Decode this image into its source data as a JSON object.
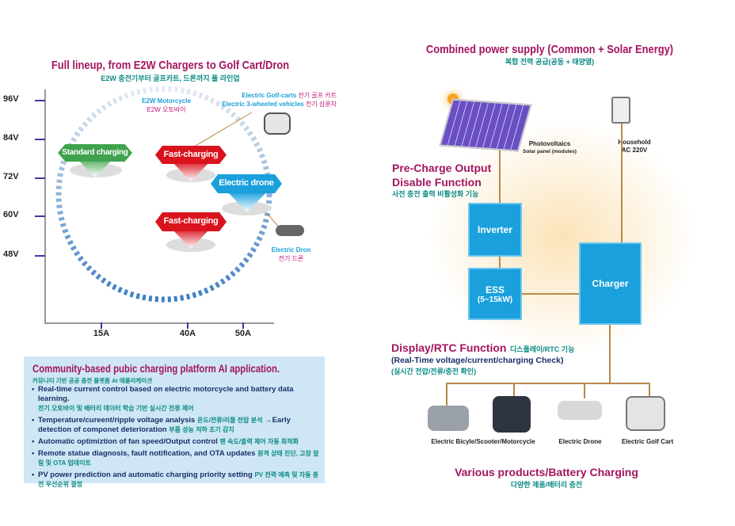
{
  "left": {
    "title": "Full lineup, from E2W Chargers to Golf Cart/Dron",
    "subtitle": "E2W 충전기부터 골프카트, 드론까지 풀 라인업",
    "y_ticks": [
      "96V",
      "84V",
      "72V",
      "60V",
      "48V"
    ],
    "x_ticks": [
      "15A",
      "40A",
      "50A"
    ],
    "badges": {
      "standard": "Standard charging",
      "fast1": "Fast-charging",
      "drone": "Electric drone",
      "fast2": "Fast-charging"
    },
    "labels": {
      "motorcycle_en": "E2W Motorcycle",
      "motorcycle_ko": "E2W 오토바이",
      "golf_en": "Electric Golf-carts",
      "golf_ko": "전기 골프 카트",
      "three_en": "Electric 3-wheeled vehicles",
      "three_ko": "전기 삼륜차",
      "dron_en": "Electric Dron",
      "dron_ko": "전기 드론"
    },
    "colors": {
      "standard": "#3fa34d",
      "fast": "#d9141e",
      "drone": "#1aa0dc"
    }
  },
  "info": {
    "title": "Community-based pubic charging platform AI application.",
    "subtitle": "커뮤니티 기반 공공 충전 플랫폼 AI 애플리케이션",
    "items": [
      {
        "en": "Real-time current control based on electric motorcycle and battery data learning.",
        "ko": "전기 오토바이 및 배터리 데이터 학습 기반 실시간 전류 제어"
      },
      {
        "en": "Temperature/cureent/ripple voltage analysis",
        "ko": "온도/전류/리플 전압 분석",
        "en2": "→Early detection of componet deterioration",
        "ko2": "부품 성능 저하 조기 감지"
      },
      {
        "en": "Automatic optimiztion of fan speed/Output control",
        "ko": "팬 속도/출력 제어 자동 최적화"
      },
      {
        "en": "Remote statue diagnosis, fault notification, and OTA updates",
        "ko": "원격 상태 진단, 고장 알림 및 OTA 업데이트"
      },
      {
        "en": "PV power prediction and automatic charging priority setting",
        "ko": "PV 전력 예측 및 자동 충전 우선순위 결정"
      }
    ]
  },
  "right": {
    "title": "Combined power supply (Common + Solar Energy)",
    "subtitle": "복합 전력 공급(공동 + 태양열)",
    "pv_label": "Photovoltaics",
    "pv_sub": "Solar panel (modules)",
    "household": "Household",
    "household_sub": "AC 220V",
    "precharge_1": "Pre-Charge Output",
    "precharge_2": "Disable Function",
    "precharge_ko": "사전 충전 출력 비활성화 기능",
    "inverter": "Inverter",
    "ess": "ESS",
    "ess_sub": "(5~15kW)",
    "charger": "Charger",
    "display_title": "Display/RTC Function",
    "display_ko": "디스플레이/RTC 기능",
    "display_sub": "(Real-Time voltage/current/charging Check)",
    "display_sub_ko": "(실시간 전압/전류/충전 확인)",
    "products": [
      "Electric Bicyle/Scooter/Motorcycle",
      "Electric Drone",
      "Electric Golf Cart"
    ],
    "bottom_title": "Various products/Battery Charging",
    "bottom_ko": "다양한 제품/배터리 충전"
  }
}
